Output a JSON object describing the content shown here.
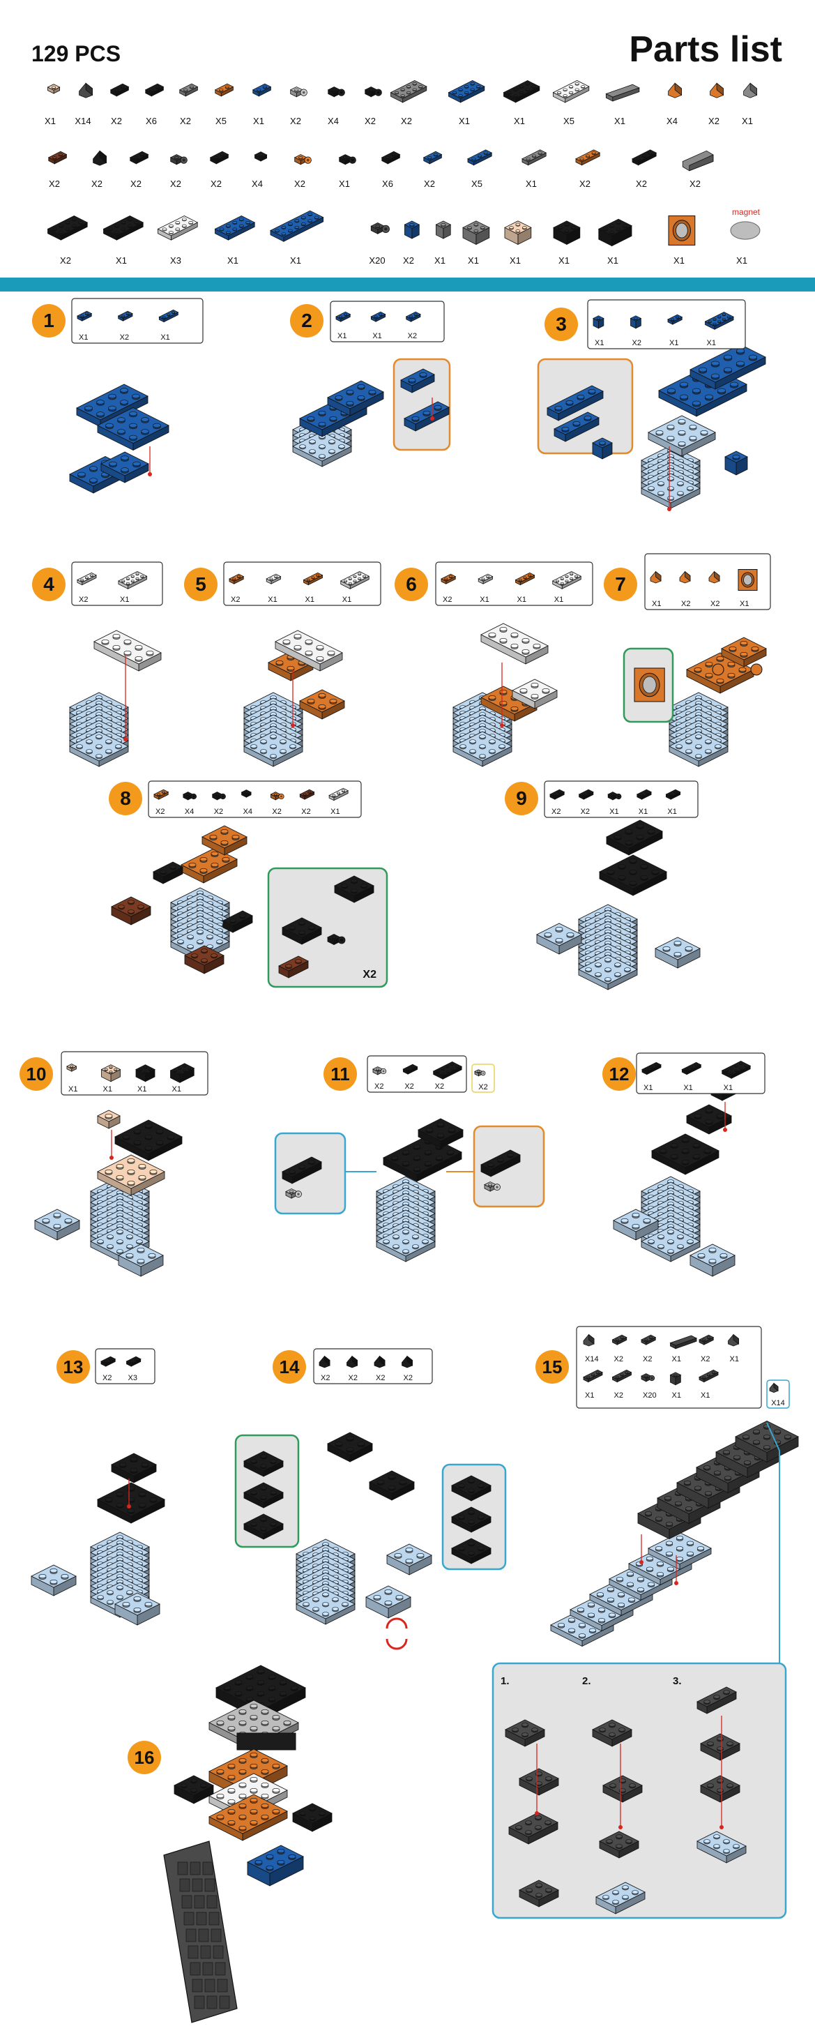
{
  "header": {
    "piece_count": "129 PCS",
    "title": "Parts list"
  },
  "colors": {
    "blue": "#1f5fae",
    "light_blue": "#bcd6ee",
    "orange": "#d9782a",
    "black": "#1c1c1c",
    "dark_gray": "#4a4a4a",
    "gray": "#8a8a8a",
    "light_gray": "#bdbdbd",
    "white": "#f4f4f4",
    "skin": "#f6d3b6",
    "brown": "#7a3b22",
    "teal_bar": "#1a9bb9",
    "badge": "#f39a1c",
    "panel_gray": "#e3e3e3",
    "panel_orange_border": "#e28a2c",
    "panel_green_border": "#2f9a5a",
    "panel_blue_border": "#39a6cf",
    "guide_red": "#d7261e"
  },
  "parts_list": {
    "row1": [
      {
        "color": "skin",
        "shape": "tile",
        "qty": "X1"
      },
      {
        "color": "dark_gray",
        "shape": "slope",
        "qty": "X14"
      },
      {
        "color": "black",
        "shape": "plate2",
        "qty": "X2"
      },
      {
        "color": "black",
        "shape": "plate2",
        "qty": "X6"
      },
      {
        "color": "gray",
        "shape": "plate2",
        "qty": "X2"
      },
      {
        "color": "orange",
        "shape": "plate2",
        "qty": "X5"
      },
      {
        "color": "blue",
        "shape": "plate2",
        "qty": "X1"
      },
      {
        "color": "light_gray",
        "shape": "clip",
        "qty": "X2"
      },
      {
        "color": "black",
        "shape": "clip",
        "qty": "X4"
      },
      {
        "color": "black",
        "shape": "clip",
        "qty": "X2"
      },
      {
        "color": "gray",
        "shape": "plate4",
        "qty": "X2"
      },
      {
        "color": "blue",
        "shape": "plate4",
        "qty": "X1"
      },
      {
        "color": "black",
        "shape": "plate4",
        "qty": "X1"
      },
      {
        "color": "white",
        "shape": "plate4",
        "qty": "X5"
      },
      {
        "color": "gray",
        "shape": "tile4",
        "qty": "X1"
      },
      {
        "color": "orange",
        "shape": "slope",
        "qty": "X4"
      },
      {
        "color": "orange",
        "shape": "slope",
        "qty": "X2"
      },
      {
        "color": "gray",
        "shape": "slope",
        "qty": "X1"
      }
    ],
    "row2": [
      {
        "color": "brown",
        "shape": "plate2",
        "qty": "X2"
      },
      {
        "color": "black",
        "shape": "slope",
        "qty": "X2"
      },
      {
        "color": "black",
        "shape": "plate2",
        "qty": "X2"
      },
      {
        "color": "dark_gray",
        "shape": "clip",
        "qty": "X2"
      },
      {
        "color": "black",
        "shape": "plate2",
        "qty": "X2"
      },
      {
        "color": "black",
        "shape": "tile",
        "qty": "X4"
      },
      {
        "color": "orange",
        "shape": "clip",
        "qty": "X2"
      },
      {
        "color": "black",
        "shape": "clip",
        "qty": "X1"
      },
      {
        "color": "black",
        "shape": "plate2",
        "qty": "X6"
      },
      {
        "color": "blue",
        "shape": "plate2",
        "qty": "X2"
      },
      {
        "color": "blue",
        "shape": "plate3",
        "qty": "X5"
      },
      {
        "color": "gray",
        "shape": "plate3",
        "qty": "X1"
      },
      {
        "color": "orange",
        "shape": "plate3",
        "qty": "X2"
      },
      {
        "color": "black",
        "shape": "plate3",
        "qty": "X2"
      },
      {
        "color": "gray",
        "shape": "slope_long",
        "qty": "X2"
      }
    ],
    "row3": [
      {
        "color": "black",
        "shape": "plate4",
        "qty": "X2"
      },
      {
        "color": "black",
        "shape": "plate4",
        "qty": "X1"
      },
      {
        "color": "white",
        "shape": "plate4",
        "qty": "X3"
      },
      {
        "color": "blue",
        "shape": "plate4",
        "qty": "X1"
      },
      {
        "color": "blue",
        "shape": "plate6",
        "qty": "X1"
      },
      {
        "color": "dark_gray",
        "shape": "clip",
        "qty": "X20"
      },
      {
        "color": "blue",
        "shape": "brick1",
        "qty": "X2"
      },
      {
        "color": "gray",
        "shape": "brick1",
        "qty": "X1"
      },
      {
        "color": "gray",
        "shape": "brick2",
        "qty": "X1"
      },
      {
        "color": "skin",
        "shape": "brick2",
        "qty": "X1"
      },
      {
        "color": "black",
        "shape": "brick2",
        "qty": "X1"
      },
      {
        "color": "black",
        "shape": "brick3",
        "qty": "X1"
      },
      {
        "color": "orange",
        "shape": "tile_big",
        "qty": "X1"
      },
      {
        "color": "gray",
        "shape": "magnet",
        "qty": "X1",
        "label": "magnet"
      }
    ]
  },
  "steps": [
    {
      "n": "1",
      "parts": [
        {
          "color": "blue",
          "shape": "plate2",
          "qty": "X1"
        },
        {
          "color": "blue",
          "shape": "plate2",
          "qty": "X2"
        },
        {
          "color": "blue",
          "shape": "plate3",
          "qty": "X1"
        }
      ]
    },
    {
      "n": "2",
      "parts": [
        {
          "color": "blue",
          "shape": "plate2",
          "qty": "X1"
        },
        {
          "color": "blue",
          "shape": "plate2",
          "qty": "X1"
        },
        {
          "color": "blue",
          "shape": "plate2",
          "qty": "X2"
        }
      ]
    },
    {
      "n": "3",
      "parts": [
        {
          "color": "blue",
          "shape": "brick1",
          "qty": "X1"
        },
        {
          "color": "blue",
          "shape": "brick1",
          "qty": "X2"
        },
        {
          "color": "blue",
          "shape": "plate2",
          "qty": "X1"
        },
        {
          "color": "blue",
          "shape": "plate4",
          "qty": "X1"
        }
      ]
    },
    {
      "n": "4",
      "parts": [
        {
          "color": "white",
          "shape": "plate3",
          "qty": "X2"
        },
        {
          "color": "white",
          "shape": "plate4",
          "qty": "X1"
        }
      ]
    },
    {
      "n": "5",
      "parts": [
        {
          "color": "orange",
          "shape": "plate2",
          "qty": "X2"
        },
        {
          "color": "white",
          "shape": "plate2",
          "qty": "X1"
        },
        {
          "color": "orange",
          "shape": "plate3",
          "qty": "X1"
        },
        {
          "color": "white",
          "shape": "plate4",
          "qty": "X1"
        }
      ]
    },
    {
      "n": "6",
      "parts": [
        {
          "color": "orange",
          "shape": "plate2",
          "qty": "X2"
        },
        {
          "color": "white",
          "shape": "plate2",
          "qty": "X1"
        },
        {
          "color": "orange",
          "shape": "plate3",
          "qty": "X1"
        },
        {
          "color": "white",
          "shape": "plate4",
          "qty": "X1"
        }
      ]
    },
    {
      "n": "7",
      "parts": [
        {
          "color": "orange",
          "shape": "slope",
          "qty": "X1"
        },
        {
          "color": "orange",
          "shape": "slope",
          "qty": "X2"
        },
        {
          "color": "orange",
          "shape": "slope",
          "qty": "X2"
        },
        {
          "color": "orange",
          "shape": "tile_big",
          "qty": "X1"
        }
      ]
    },
    {
      "n": "8",
      "parts": [
        {
          "color": "orange",
          "shape": "plate2",
          "qty": "X2"
        },
        {
          "color": "black",
          "shape": "clip",
          "qty": "X4"
        },
        {
          "color": "black",
          "shape": "clip",
          "qty": "X2"
        },
        {
          "color": "black",
          "shape": "tile",
          "qty": "X4"
        },
        {
          "color": "orange",
          "shape": "clip",
          "qty": "X2"
        },
        {
          "color": "brown",
          "shape": "plate2",
          "qty": "X2"
        },
        {
          "color": "white",
          "shape": "plate3",
          "qty": "X1"
        }
      ]
    },
    {
      "n": "9",
      "parts": [
        {
          "color": "black",
          "shape": "plate2",
          "qty": "X2"
        },
        {
          "color": "black",
          "shape": "plate2",
          "qty": "X2"
        },
        {
          "color": "black",
          "shape": "clip",
          "qty": "X1"
        },
        {
          "color": "black",
          "shape": "plate2",
          "qty": "X1"
        },
        {
          "color": "black",
          "shape": "plate2",
          "qty": "X1"
        }
      ]
    },
    {
      "n": "10",
      "parts": [
        {
          "color": "skin",
          "shape": "tile",
          "qty": "X1"
        },
        {
          "color": "skin",
          "shape": "brick2",
          "qty": "X1"
        },
        {
          "color": "black",
          "shape": "brick2",
          "qty": "X1"
        },
        {
          "color": "black",
          "shape": "brick3",
          "qty": "X1"
        }
      ]
    },
    {
      "n": "11",
      "parts": [
        {
          "color": "light_gray",
          "shape": "clip",
          "qty": "X2"
        },
        {
          "color": "black",
          "shape": "plate2",
          "qty": "X2"
        },
        {
          "color": "black",
          "shape": "plate4",
          "qty": "X2"
        }
      ],
      "extra": {
        "color": "light_gray",
        "shape": "clip",
        "qty": "X2"
      }
    },
    {
      "n": "12",
      "parts": [
        {
          "color": "black",
          "shape": "plate3",
          "qty": "X1"
        },
        {
          "color": "black",
          "shape": "plate3",
          "qty": "X1"
        },
        {
          "color": "black",
          "shape": "plate4",
          "qty": "X1"
        }
      ]
    },
    {
      "n": "13",
      "parts": [
        {
          "color": "black",
          "shape": "plate2",
          "qty": "X2"
        },
        {
          "color": "black",
          "shape": "plate2",
          "qty": "X3"
        }
      ]
    },
    {
      "n": "14",
      "parts": [
        {
          "color": "black",
          "shape": "slope",
          "qty": "X2"
        },
        {
          "color": "black",
          "shape": "slope",
          "qty": "X2"
        },
        {
          "color": "black",
          "shape": "slope",
          "qty": "X2"
        },
        {
          "color": "black",
          "shape": "slope",
          "qty": "X2"
        }
      ]
    },
    {
      "n": "15",
      "parts": [
        {
          "color": "dark_gray",
          "shape": "slope",
          "qty": "X14"
        },
        {
          "color": "dark_gray",
          "shape": "plate2",
          "qty": "X2"
        },
        {
          "color": "dark_gray",
          "shape": "plate2",
          "qty": "X2"
        },
        {
          "color": "dark_gray",
          "shape": "tile4",
          "qty": "X1"
        },
        {
          "color": "dark_gray",
          "shape": "plate2",
          "qty": "X2"
        },
        {
          "color": "dark_gray",
          "shape": "slope",
          "qty": "X1"
        },
        {
          "color": "dark_gray",
          "shape": "plate3",
          "qty": "X1"
        },
        {
          "color": "dark_gray",
          "shape": "plate3",
          "qty": "X2"
        },
        {
          "color": "dark_gray",
          "shape": "clip",
          "qty": "X20"
        },
        {
          "color": "dark_gray",
          "shape": "brick1",
          "qty": "X1"
        },
        {
          "color": "dark_gray",
          "shape": "plate3",
          "qty": "X1"
        }
      ],
      "extra": {
        "color": "dark_gray",
        "shape": "slope",
        "qty": "X14"
      },
      "substeps": [
        "1.",
        "2.",
        "3."
      ]
    },
    {
      "n": "16",
      "parts": []
    }
  ]
}
